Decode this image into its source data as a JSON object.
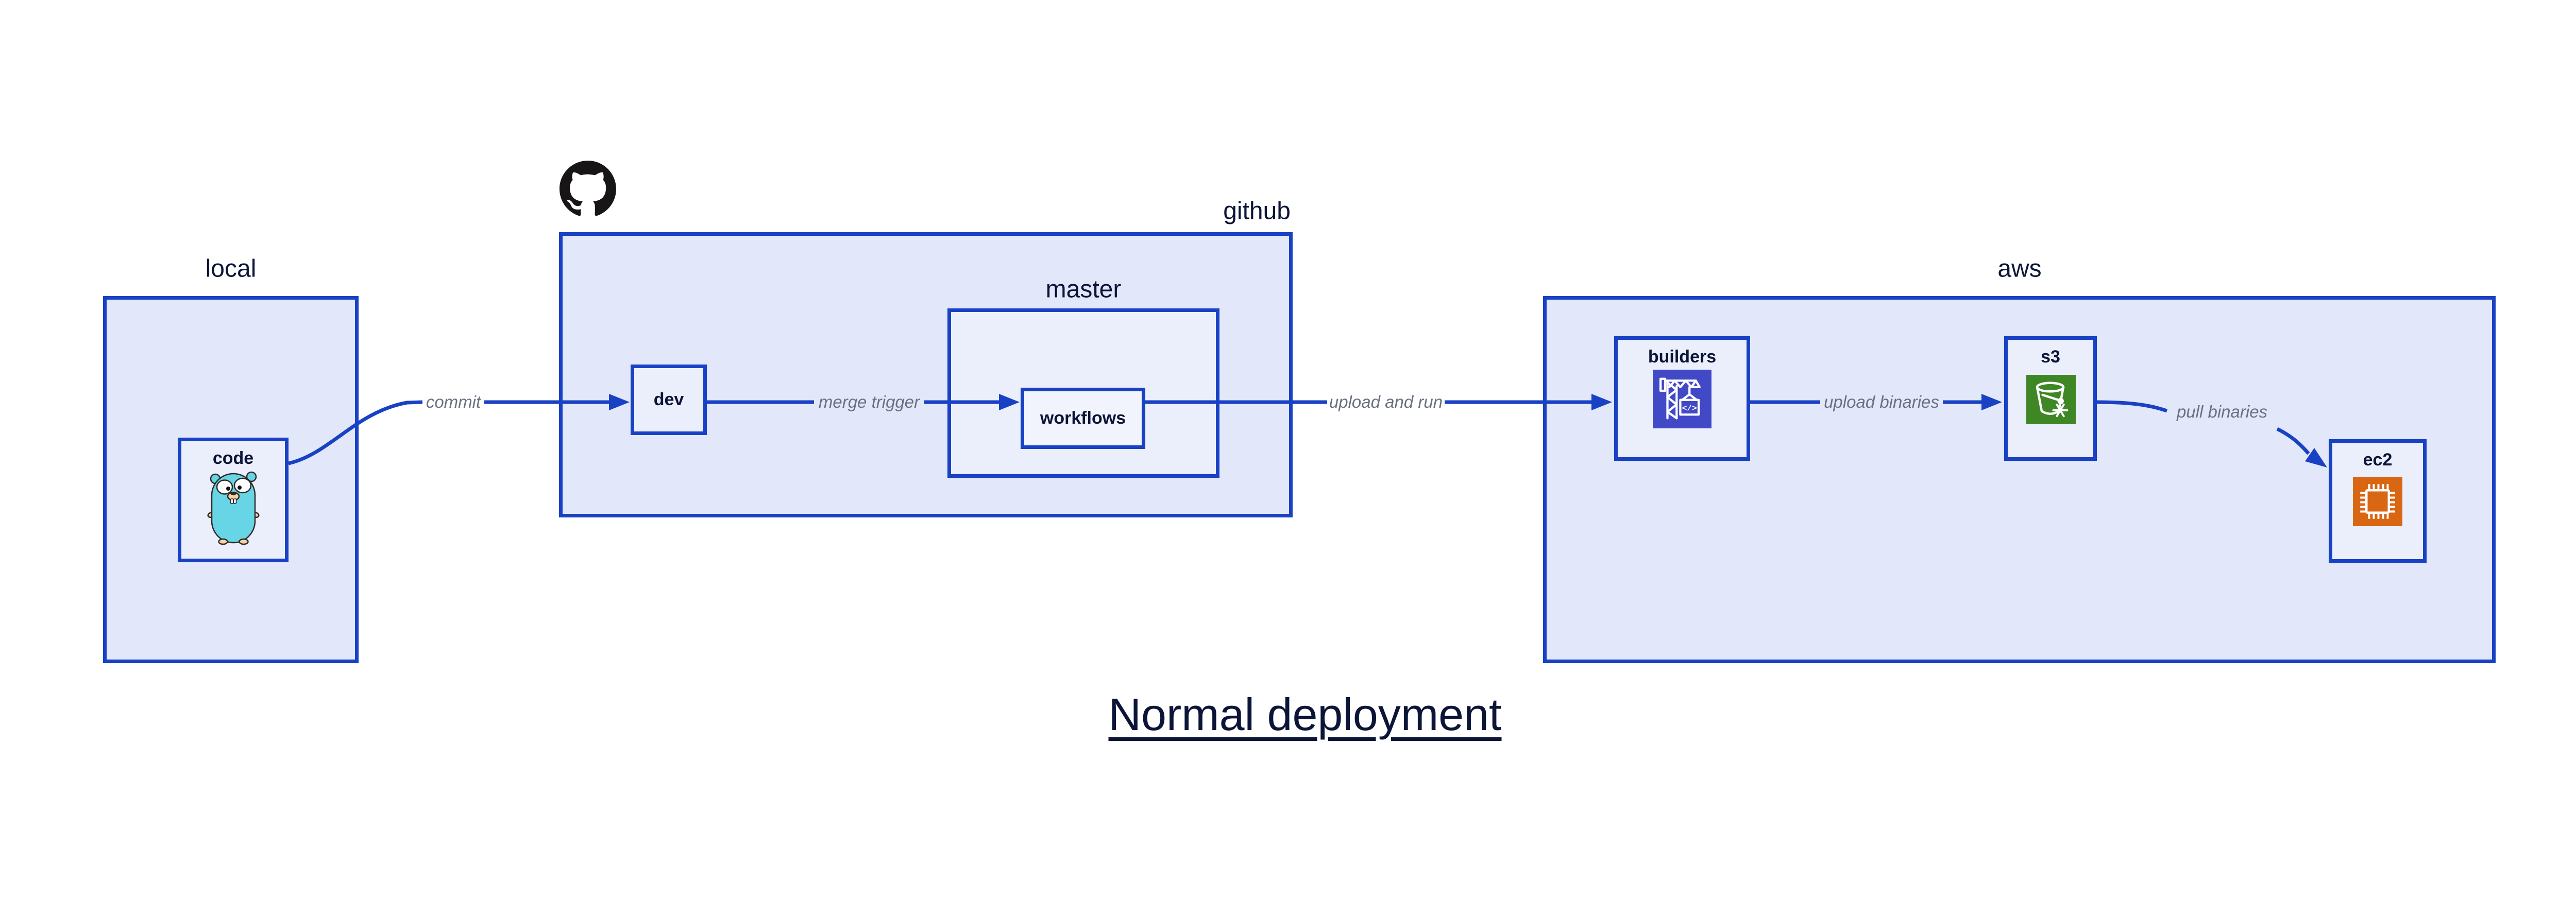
{
  "diagram": {
    "title": "Normal deployment",
    "containers": {
      "local": {
        "label": "local"
      },
      "github": {
        "label": "github",
        "icon": "github-octocat"
      },
      "master": {
        "label": "master"
      },
      "aws": {
        "label": "aws"
      }
    },
    "nodes": {
      "code": {
        "label": "code",
        "icon": "go-gopher"
      },
      "dev": {
        "label": "dev"
      },
      "workflows": {
        "label": "workflows"
      },
      "builders": {
        "label": "builders",
        "icon": "aws-codebuild"
      },
      "s3": {
        "label": "s3",
        "icon": "aws-s3-glacier-bucket"
      },
      "ec2": {
        "label": "ec2",
        "icon": "aws-ec2-chip"
      }
    },
    "edges": {
      "commit": {
        "label": "commit",
        "from": "code",
        "to": "dev"
      },
      "merge_trigger": {
        "label": "merge trigger",
        "from": "dev",
        "to": "workflows"
      },
      "upload_and_run": {
        "label": "upload and run",
        "from": "workflows",
        "to": "builders"
      },
      "upload_binaries": {
        "label": "upload binaries",
        "from": "builders",
        "to": "s3"
      },
      "pull_binaries": {
        "label": "pull binaries",
        "from": "s3",
        "to": "ec2"
      }
    },
    "colors": {
      "edge_blue": "#1841C4",
      "container_fill": "#E2E7F9",
      "node_fill": "#EAEFFB",
      "inner_fill": "#F1F4FD",
      "navy_text": "#0C1538",
      "edge_label_gray": "#6A7080",
      "codebuild_bg": "#4149C6",
      "s3_glacier_bg": "#3F8624",
      "ec2_bg": "#D86613",
      "github_black": "#171515",
      "gopher_teal": "#67D5E5",
      "gopher_skin": "#F6D2A2",
      "gopher_outline": "#2E2A28"
    }
  }
}
